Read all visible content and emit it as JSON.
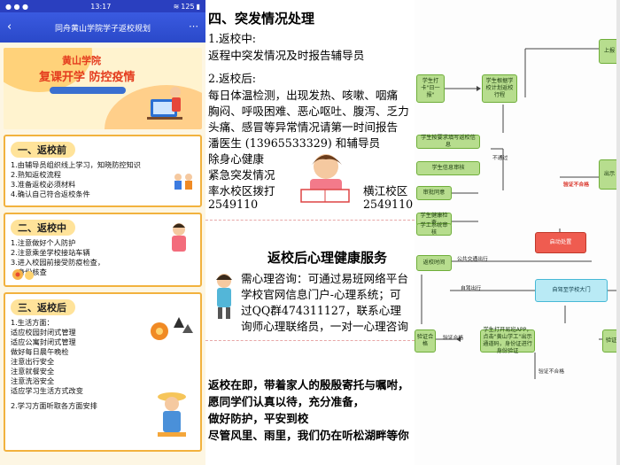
{
  "phone": {
    "status": {
      "time": "13:17",
      "battery": "125"
    },
    "app_title": "同舟黄山学院学子返校规划",
    "banner": {
      "school": "黄山学院",
      "slogan": "复课开学 防控疫情"
    },
    "sections": [
      {
        "title": "一、返校前",
        "lines": [
          "1.由辅导员组织线上学习，知晓防控知识",
          "2.熟知返校流程",
          "3.准备返校必须材料",
          "4.确认自己符合返校条件"
        ]
      },
      {
        "title": "二、返校中",
        "lines": [
          "1.注意做好个人防护",
          "2.注意乘坐学校接站车辆",
          "3.进入校园前接受防疫检查，",
          "身份核查"
        ]
      },
      {
        "title": "三、返校后",
        "lines": [
          "1.生活方面：",
          "适应校园封闭式管理",
          "适应公寓封闭式管理",
          "做好每日晨午晚检",
          "注意出行安全",
          "注意就餐安全",
          "注意洗浴安全",
          "适应学习生活方式改变",
          "2.学习方面听取各方面安排"
        ]
      }
    ]
  },
  "doc": {
    "lines": [
      "四、突发情况处理",
      "1.返校中:",
      "返程中突发情况及时报告辅导员",
      "2.返校后:",
      "每日体温检测，出现发热、咳嗽、咽痛",
      "胸闷、呼吸困难、恶心呕吐、腹泻、乏力",
      "头痛、感冒等异常情况请第一时间报告",
      "潘医生 (13965533329) 和辅导员",
      "除身心健康",
      "紧急突发情况",
      "率水校区拨打",
      "横江校区",
      "2549110",
      "2549110",
      "返校后心理健康服务",
      "需心理咨询：可通过易班网络平台",
      "学校官网信息门户-心理系统；可",
      "过QQ群474311127，联系心理",
      "询师心理联络员，一对一心理咨询",
      "返校在即，带着家人的殷殷寄托与嘱咐，",
      "愿同学们认真以待，充分准备，",
      "做好防护，平安到校",
      "尽管风里、雨里，我们仍在听松湖畔等你"
    ]
  },
  "flow": {
    "nodes": {
      "n_start": "学生打卡\"日一报\"",
      "n_plan": "学生根据学校计划返校行程",
      "n_submit": "学生按要求填写返校信息",
      "n_check": "学生信息审核",
      "n_appr": "审批同意",
      "n_exam": "学生健康检查",
      "n_sys": "学工系统审核",
      "n_cross": "返校时间",
      "n_red": "启动处置",
      "n_gate": "自驾至学校大门",
      "n_app": "学生打开易班APP，点击\"黄山学工\"出示通道码，身份证进行身份验证",
      "n_pass": "验证合格",
      "n_top_right": "上报",
      "n_mid_right": "出示",
      "n_right3": "验证"
    },
    "labels": {
      "not_ok": "不通过",
      "fail": "验证不合格",
      "public": "公共交通出行",
      "self": "自驾出行",
      "pass_label": "验证合格",
      "fail2": "验证不合格"
    }
  }
}
